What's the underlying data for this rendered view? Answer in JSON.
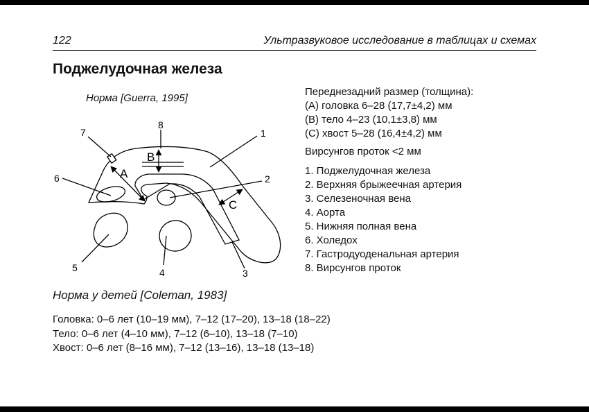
{
  "header": {
    "page_number": "122",
    "running_title": "Ультразвуковое исследование в таблицах и схемах"
  },
  "title": "Поджелудочная железа",
  "norm_caption": "Норма [Guerra, 1995]",
  "diagram": {
    "labels": [
      "1",
      "2",
      "3",
      "4",
      "5",
      "6",
      "7",
      "8"
    ],
    "segments": [
      "A",
      "B",
      "C"
    ]
  },
  "measurements": {
    "heading": "Переднезадний размер (толщина):",
    "lines": [
      "(A) головка 6–28 (17,7±4,2) мм",
      "(B) тело 4–23 (10,1±3,8) мм",
      "(C) хвост 5–28 (16,4±4,2) мм"
    ],
    "duct": "Вирсунгов проток <2 мм"
  },
  "legend": [
    "1. Поджелудочная железа",
    "2. Верхняя брыжеечная артерия",
    "3. Селезеночная вена",
    "4. Аорта",
    "5. Нижняя полная вена",
    "6. Холедох",
    "7. Гастродуоденальная артерия",
    "8. Вирсунгов проток"
  ],
  "children": {
    "caption": "Норма у детей [Coleman, 1983]",
    "lines": [
      "Головка: 0–6 лет (10–19 мм), 7–12 (17–20), 13–18 (18–22)",
      "Тело: 0–6 лет (4–10 мм), 7–12 (6–10), 13–18 (7–10)",
      "Хвост: 0–6 лет (8–16 мм), 7–12 (13–16), 13–18 (13–18)"
    ]
  }
}
